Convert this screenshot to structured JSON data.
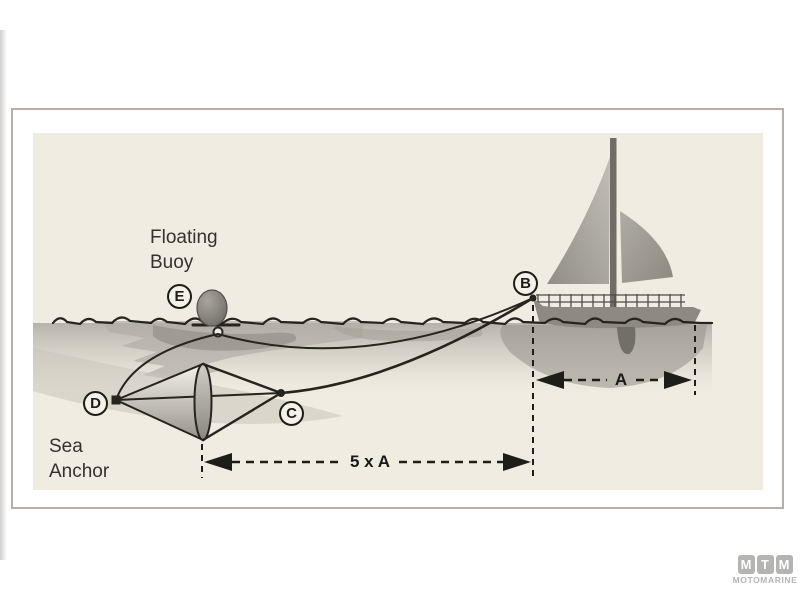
{
  "diagram": {
    "labels": {
      "floating_buoy": {
        "line1": "Floating",
        "line2": "Buoy"
      },
      "sea_anchor": {
        "line1": "Sea",
        "line2": "Anchor"
      }
    },
    "points": {
      "b": "B",
      "c": "C",
      "d": "D",
      "e": "E"
    },
    "dimensions": {
      "boat_length": "A",
      "rode_length": "5 x A"
    },
    "colors": {
      "canvas_background": "#f0ece1",
      "ink": "#26241f",
      "water_shade": "#b4b0a7",
      "boat_hull": "#8d8a82",
      "sail_gray": "#aaa79e",
      "buoy_gray": "#7f7d75",
      "frame_border": "#b6afa9",
      "logo_gray": "#b4b4b3"
    }
  },
  "watermark": {
    "tiles": [
      "M",
      "T",
      "M"
    ],
    "name": "MOTOMARINE"
  }
}
